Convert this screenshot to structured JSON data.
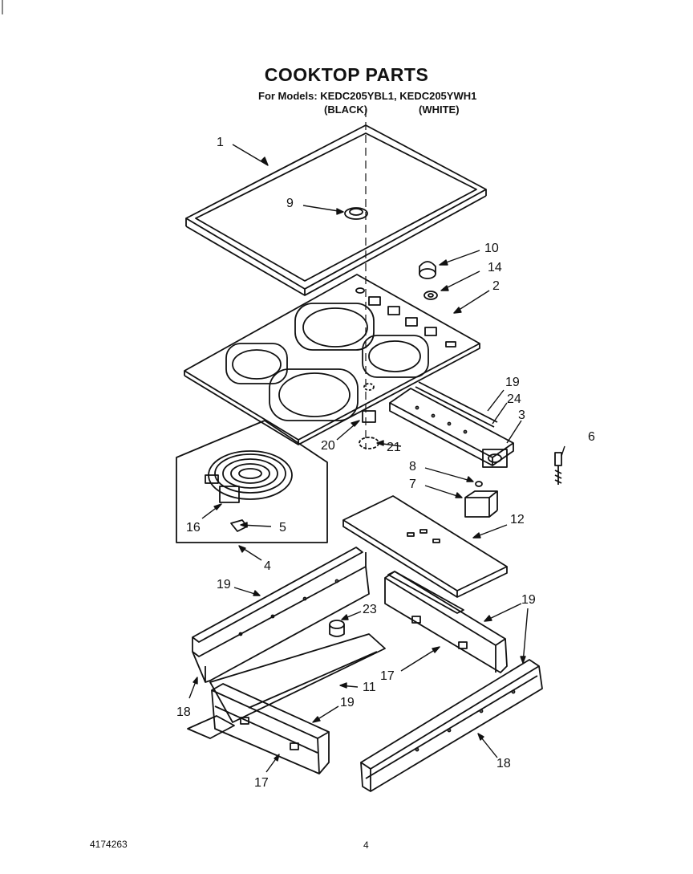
{
  "header": {
    "title": "COOKTOP PARTS",
    "models": "For Models: KEDC205YBL1, KEDC205YWH1",
    "color_black": "(BLACK)",
    "color_white": "(WHITE)"
  },
  "footer": {
    "doc_number": "4174263",
    "page_number": "4"
  },
  "callouts": [
    "1",
    "9",
    "10",
    "14",
    "2",
    "19",
    "24",
    "3",
    "6",
    "20",
    "21",
    "8",
    "7",
    "16",
    "5",
    "4",
    "12",
    "19",
    "23",
    "19",
    "11",
    "17",
    "18",
    "19",
    "17",
    "18"
  ]
}
